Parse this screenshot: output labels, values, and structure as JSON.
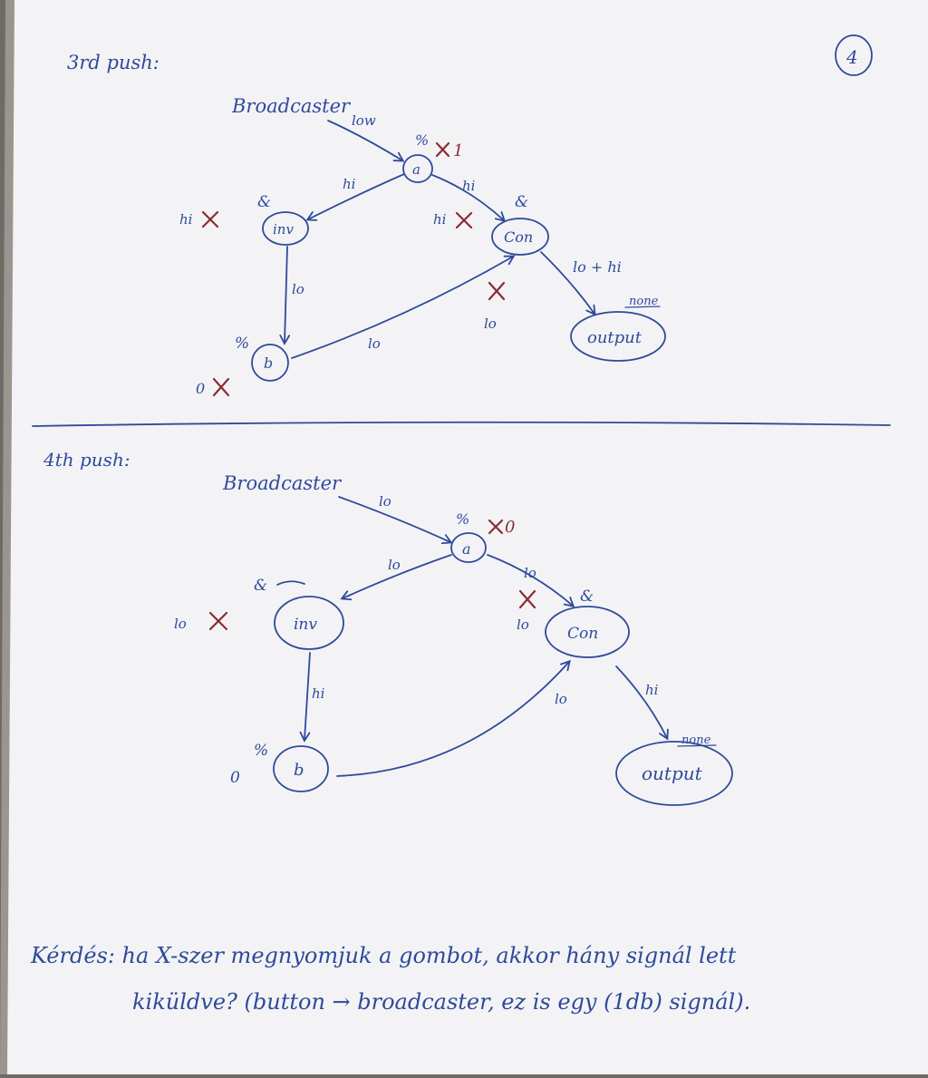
{
  "page": {
    "page_number": "4",
    "colors": {
      "ink": "#2f4a9a",
      "red_ink": "#8a2c34",
      "paper": "#f4f4f7",
      "background": "#6e6a66"
    }
  },
  "push3": {
    "title": "3rd push:",
    "broadcaster": "Broadcaster",
    "node_a": "a",
    "node_inv": "inv",
    "node_con": "Con",
    "node_b": "b",
    "node_output": "output",
    "edge_broadcaster_a": "low",
    "edge_a_inv": "hi",
    "edge_a_con": "hi",
    "edge_inv_b": "lo",
    "edge_b_con": "lo",
    "edge_con_output": "lo + hi",
    "output_state": "none",
    "a_state_symbol": "%",
    "a_state": "1",
    "inv_symbol": "&",
    "inv_memory": "hi",
    "con_symbol": "&",
    "con_memory_a": "hi",
    "con_memory_b": "lo",
    "b_state_symbol": "%",
    "b_state": "0"
  },
  "push4": {
    "title": "4th push:",
    "broadcaster": "Broadcaster",
    "node_a": "a",
    "node_inv": "inv",
    "node_con": "Con",
    "node_b": "b",
    "node_output": "output",
    "edge_broadcaster_a": "lo",
    "edge_a_inv": "lo",
    "edge_a_con": "lo",
    "edge_inv_b": "hi",
    "edge_b_con": "lo",
    "edge_con_output": "hi",
    "output_state": "none",
    "a_state_symbol": "%",
    "a_state": "0",
    "inv_symbol": "&",
    "inv_memory": "lo",
    "con_symbol": "&",
    "con_memory_a": "lo",
    "con_memory_b": "lo",
    "b_state_symbol": "%",
    "b_state": "0"
  },
  "question": {
    "line1": "Kérdés: ha X-szer megnyomjuk a gombot, akkor hány signál lett",
    "line2": "kiküldve? (button → broadcaster, ez is egy (1db) signál)."
  }
}
